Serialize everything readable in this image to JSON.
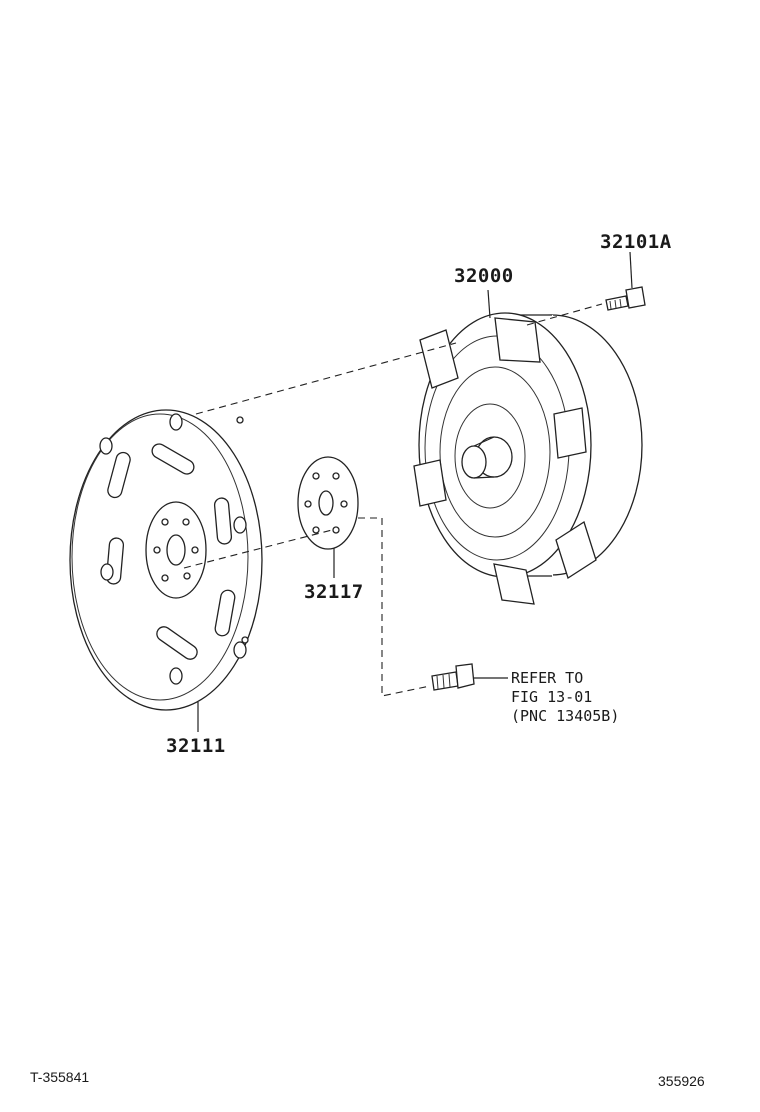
{
  "parts": {
    "torque_converter": "32000",
    "converter_bolt": "32101A",
    "drive_plate": "32111",
    "spacer_plate": "32117"
  },
  "reference_note": {
    "line1": "REFER TO",
    "line2": "FIG 13-01",
    "line3": "(PNC 13405B)"
  },
  "footer": {
    "left_id": "T-355841",
    "right_id": "355926"
  }
}
